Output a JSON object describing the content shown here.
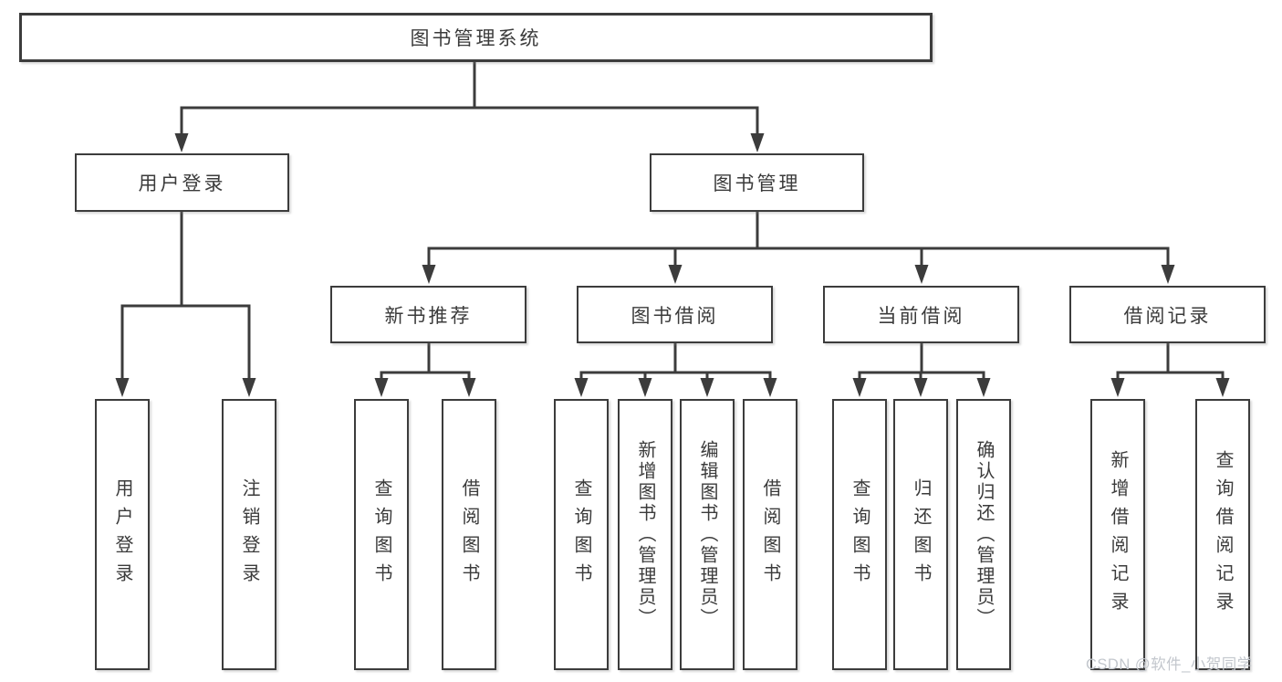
{
  "tree": {
    "root": {
      "label": "图书管理系统"
    },
    "level2": [
      {
        "label": "用户登录",
        "children": [
          "用户登录",
          "注销登录"
        ]
      },
      {
        "label": "图书管理"
      }
    ],
    "level3": [
      {
        "label": "新书推荐",
        "children": [
          "查询图书",
          "借阅图书"
        ]
      },
      {
        "label": "图书借阅",
        "children": [
          "查询图书",
          "新增图书（管理员）",
          "编辑图书（管理员）",
          "借阅图书"
        ]
      },
      {
        "label": "当前借阅",
        "children": [
          "查询图书",
          "归还图书",
          "确认归还（管理员）"
        ]
      },
      {
        "label": "借阅记录",
        "children": [
          "新增借阅记录",
          "查询借阅记录"
        ]
      }
    ]
  },
  "watermark": {
    "text": "CSDN @软件_小贺同学"
  },
  "colors": {
    "line": "#3c3c3c",
    "text": "#3b3b3b",
    "box_background": "#ffffff",
    "page_background": "#ffffff",
    "watermark": "#c3c7cd"
  }
}
